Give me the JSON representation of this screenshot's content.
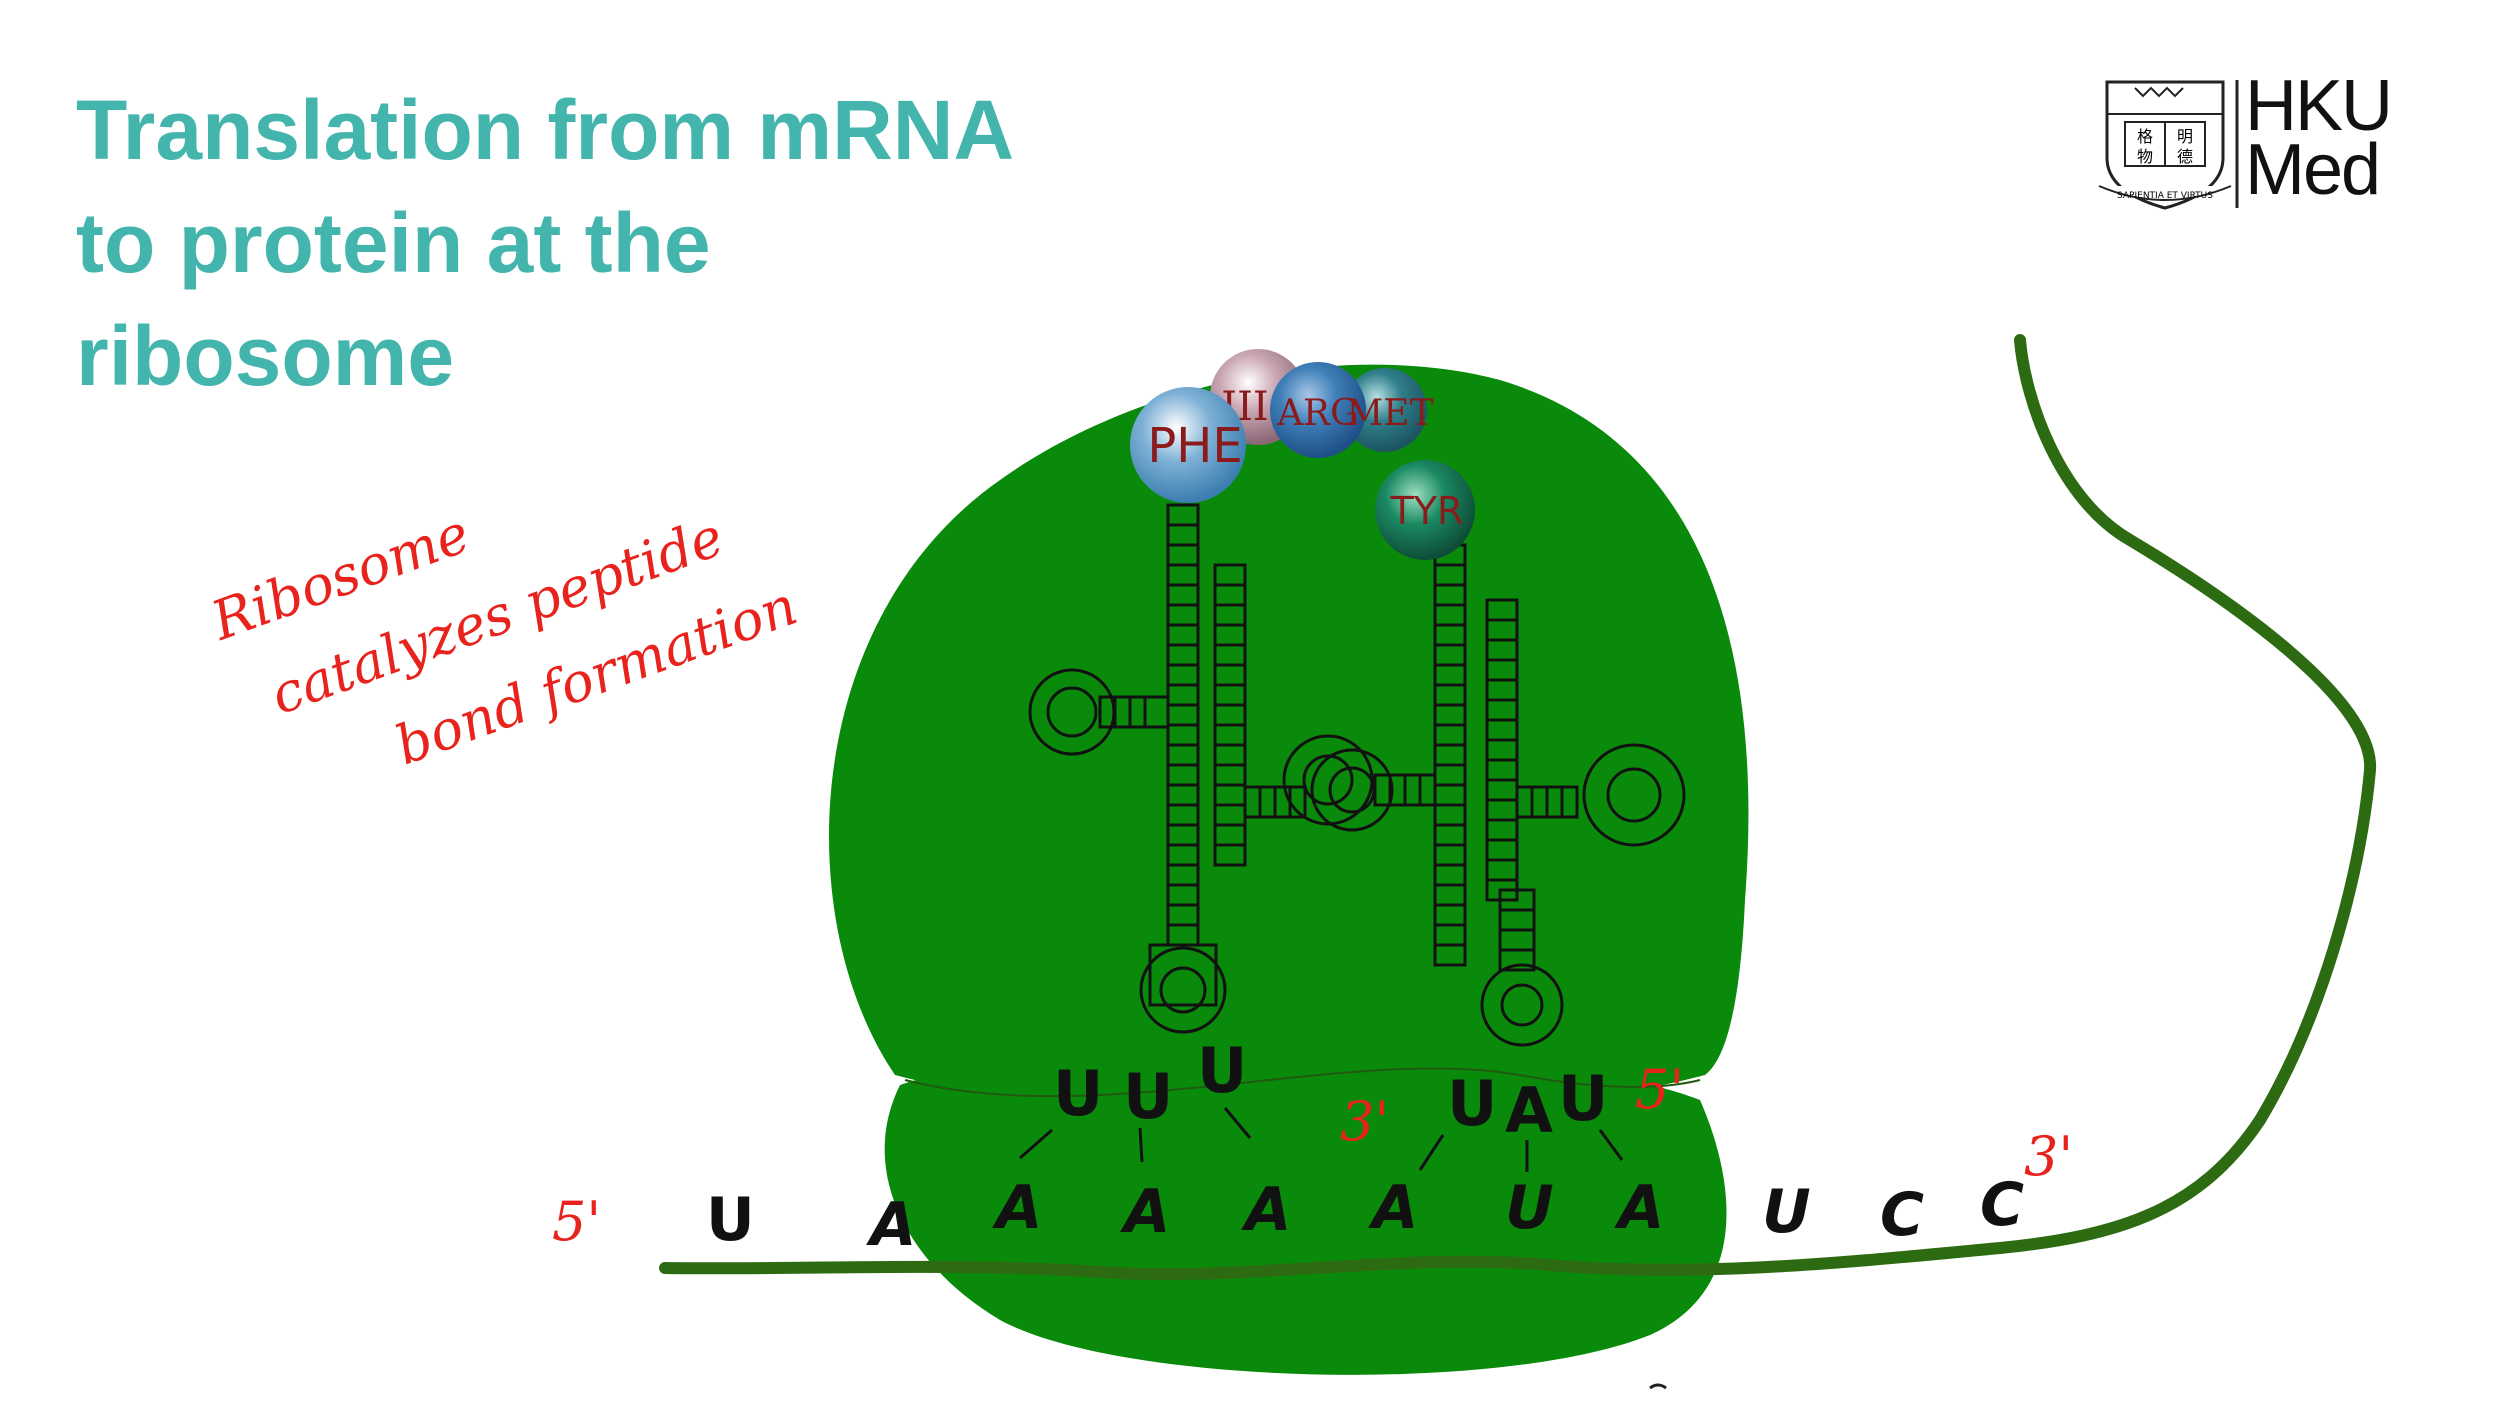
{
  "slide": {
    "title_lines": [
      "Translation from mRNA",
      "to protein at the",
      "ribosome"
    ]
  },
  "logo": {
    "line1": "HKU",
    "line2": "Med",
    "motto": "SAPIENTIA ET VIRTUS",
    "seal_chars": [
      "明",
      "德",
      "格",
      "物"
    ]
  },
  "annotation": {
    "lines": [
      "Ribosome",
      "catalyzes peptide",
      "bond formation"
    ]
  },
  "strand_ends": {
    "mrna_left": "5'",
    "mrna_right": "3'",
    "anticodon_left": "3'",
    "anticodon_right": "5'"
  },
  "mrna": {
    "bases": [
      "U",
      "A",
      "A",
      "A",
      "A",
      "A",
      "U",
      "A",
      "U",
      "C",
      "C"
    ]
  },
  "anticodons": {
    "left": [
      "U",
      "U",
      "U"
    ],
    "right": [
      "U",
      "A",
      "U"
    ]
  },
  "amino_acids": [
    {
      "label": "PHE",
      "color": "#7fb1d6"
    },
    {
      "label": "III",
      "color": "#c9a6b2"
    },
    {
      "label": "ARG",
      "color": "#3f7fb8"
    },
    {
      "label": "MET",
      "color": "#2f7f8c"
    },
    {
      "label": "TYR",
      "color": "#1b8a63"
    }
  ],
  "colors": {
    "title": "#43b5ad",
    "ribosome": "#0a8a0a",
    "mrna_strand": "#2d6b12",
    "handwriting": "#e8231d"
  }
}
